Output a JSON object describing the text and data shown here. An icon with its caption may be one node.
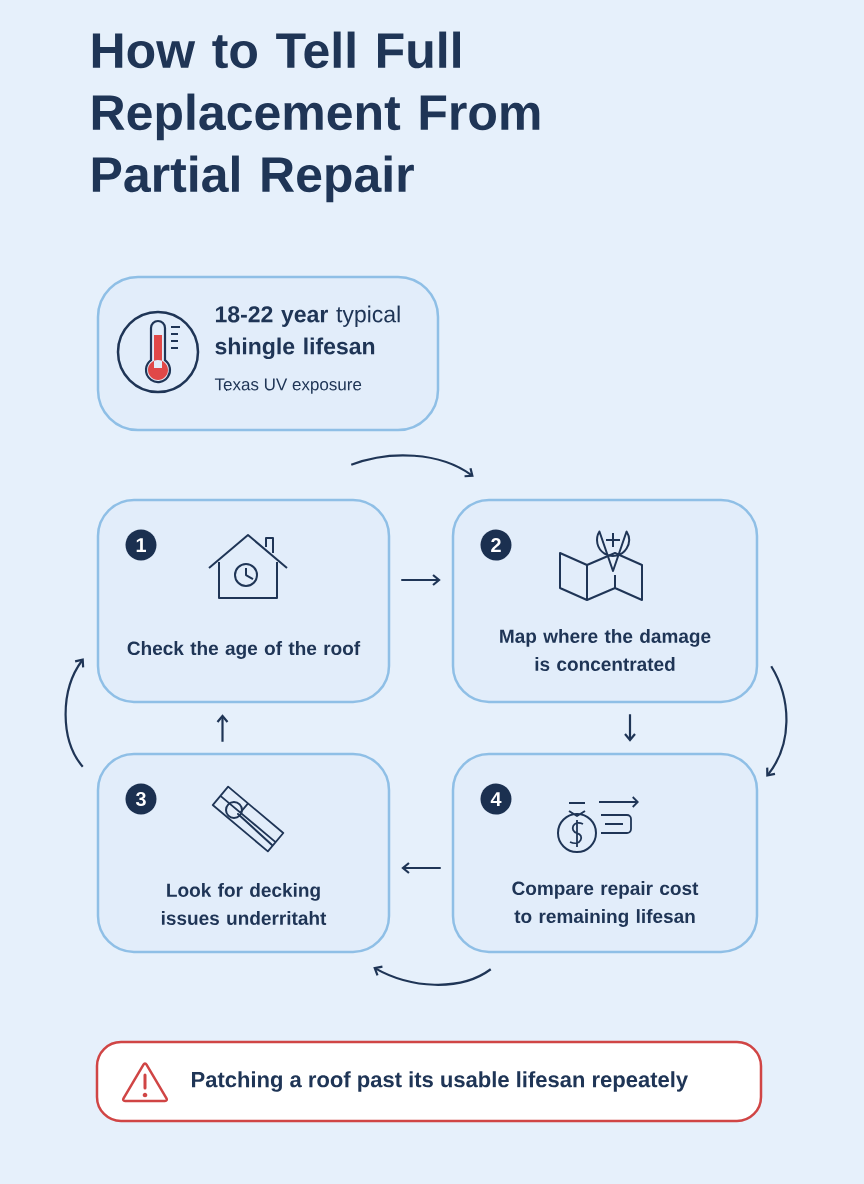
{
  "diagram": {
    "title": "How to Tell Full Replacement From Partial Repair",
    "nodes": [
      {
        "text": [
          "**18-22 year** typical **shingle lifesan**",
          "Texas UV exposure"
        ]
      },
      {
        "text": [
          "1",
          "Check the age of the roof"
        ]
      },
      {
        "text": [
          "2",
          "Map where the damage is concentrated"
        ]
      },
      {
        "text": [
          "3",
          "Look for decking issues underritaht"
        ]
      },
      {
        "text": [
          "4",
          "Compare repair cost to remaining lifesan"
        ]
      },
      {
        "text": [
          "Patching a roof past its usable lifesan repeately"
        ]
      }
    ],
    "edges": [
      {
        "from": 1,
        "to": 2,
        "arrow": "to"
      },
      {
        "from": 2,
        "to": 4,
        "arrow": "to"
      },
      {
        "from": 4,
        "to": 3,
        "arrow": "to"
      },
      {
        "from": 3,
        "to": 1,
        "arrow": "to"
      },
      {
        "from": 1,
        "to": 2,
        "arrow": "to"
      },
      {
        "from": 2,
        "to": 4,
        "arrow": "to"
      },
      {
        "from": 4,
        "to": 3,
        "arrow": "to"
      },
      {
        "from": 3,
        "to": 1,
        "arrow": "to"
      }
    ]
  }
}
